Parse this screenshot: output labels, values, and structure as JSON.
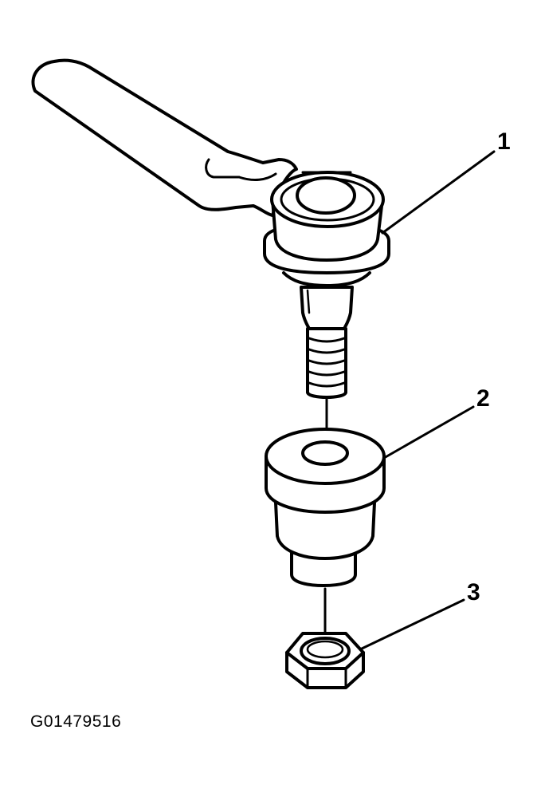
{
  "callouts": [
    {
      "number": "1"
    },
    {
      "number": "2"
    },
    {
      "number": "3"
    }
  ],
  "figure_id": "G01479516",
  "colors": {
    "line": "#000000",
    "fill": "#ffffff"
  }
}
